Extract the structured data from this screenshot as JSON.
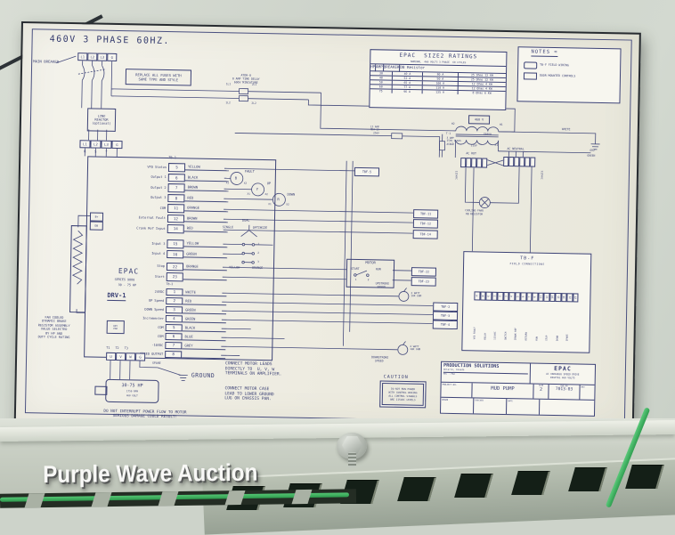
{
  "watermark": "Purple Wave Auction",
  "header": {
    "voltage_title": "460V 3 PHASE 60HZ."
  },
  "breaker": {
    "label": "MAIN BREAKER",
    "terminals": [
      "L1",
      "L2",
      "L3",
      "G"
    ]
  },
  "fuse_note": "REPLACE ALL FUSES WITH\nSAME TYPE AND STYLE",
  "timer": {
    "note": "ATDR-8\n8 AMP TIME DELAY\n600V MINIATURE",
    "tag1": "1L1",
    "tag2": "2L1",
    "tag3": "1L2",
    "tag4": "2L2"
  },
  "reactor": "LINE\nREACTOR\n(optional)",
  "drive_input": {
    "terminals": [
      "L1",
      "L2",
      "L3",
      "G"
    ],
    "phases": [
      "R",
      "S",
      "T"
    ]
  },
  "ratings": {
    "title": "EPAC  SIZE2 RATINGS",
    "subtitle": "NOMINAL  460 VOLTS 3 PHASE  60 CYCLES",
    "headers": [
      "HP",
      "AMP",
      "BREAKER",
      "DB Resistor"
    ],
    "rows": [
      [
        "30",
        "40 A",
        "80 A",
        "25 Ohms 12 KW"
      ],
      [
        "40",
        "52 A",
        "90 A",
        "25 Ohms 12 KW"
      ],
      [
        "50",
        "65 A",
        "100 A",
        "12 Ohms 4 KW"
      ],
      [
        "60",
        "77 A",
        "110 A",
        "12 Ohms 4 KW"
      ],
      [
        "75",
        "96 A",
        "125 A",
        "8 Ohms 6 KW"
      ]
    ]
  },
  "notes": {
    "title": "NOTES =",
    "item1": "TB-F FIELD WIRING",
    "item2": "DOOR MOUNTED CONTROLS"
  },
  "transformer": {
    "primary": "460 V",
    "h2": "H2",
    "h1": "H1",
    "t1": "T-1",
    "va": "250VA",
    "x2": "X2",
    "x1": "X1",
    "secondary": "115V",
    "fuse15": "15 AMP\nMDA-15\n250V",
    "fuse3": "3 AMP\n250V GLASS\nAGC-3",
    "ac_hot": "AC HOT",
    "ac_neutral": "AC NEUTRAL",
    "white": "WHITE",
    "gr2": "GR2",
    "green": "GREEN",
    "vac": "115VAC",
    "fan_caption": "COOLING FANS\nDB RESISTOR"
  },
  "drive": {
    "name": "EPAC",
    "series": "SERIES 9000",
    "hp_range": "30 - 75 HP",
    "tag": "DRV-1",
    "keypad": "KEY\nPAD",
    "tb1_label": "TB-1",
    "tb2_label": "TB-2",
    "tb1a": [
      {
        "signal": "VFD Status",
        "term": "5",
        "wire": "YELLOW"
      },
      {
        "signal": "Output 1",
        "term": "6",
        "wire": "BLACK"
      },
      {
        "signal": "Output 2",
        "term": "7",
        "wire": "BROWN"
      },
      {
        "signal": "Output 3",
        "term": "8",
        "wire": "RED"
      },
      {
        "signal": "COM",
        "term": "11",
        "wire": "ORANGE"
      },
      {
        "signal": "External Fault",
        "term": "12",
        "wire": "BROWN"
      },
      {
        "signal": "Crank Ref Input",
        "term": "14",
        "wire": "RED"
      }
    ],
    "tb1b": [
      {
        "signal": "Input 3",
        "term": "15",
        "wire": "YELLOW"
      },
      {
        "signal": "Input 4",
        "term": "16",
        "wire": "GREEN"
      }
    ],
    "tb1c": [
      {
        "signal": "Stop",
        "term": "22",
        "wire": "ORANGE"
      },
      {
        "signal": "Start",
        "term": "23",
        "wire": ""
      }
    ],
    "tb2": [
      {
        "signal": "24VDC",
        "term": "1",
        "wire": "WHITE"
      },
      {
        "signal": "UP Speed",
        "term": "2",
        "wire": "RED"
      },
      {
        "signal": "DOWN Speed",
        "term": "3",
        "wire": "GREEN"
      },
      {
        "signal": "Incrementer",
        "term": "4",
        "wire": "GREEN"
      },
      {
        "signal": "COM",
        "term": "5",
        "wire": "BLACK"
      },
      {
        "signal": "COM",
        "term": "6",
        "wire": "BLUE"
      },
      {
        "signal": "-10VDC",
        "term": "7",
        "wire": "GREY"
      },
      {
        "signal": "SPEED OUTPUT",
        "term": "8",
        "wire": ""
      }
    ],
    "t_labels": "T1   T2   T3",
    "output_terminals": [
      "U",
      "V",
      "W",
      "G"
    ]
  },
  "relays": {
    "fault_id": "B",
    "fault_label": "FAULT",
    "up_id": "Y",
    "up_label": "UP",
    "down_id": "R",
    "down_label": "DOWN",
    "x1": "X1",
    "x2": "X2"
  },
  "selector": {
    "top": "DUAL",
    "left": "SINGLE",
    "right": "OPTIMIZE",
    "n1": "1",
    "n2": "2",
    "n3": "3",
    "wire_left": "YELLOW",
    "wire_right": "ORANGE"
  },
  "motor_switch": {
    "title": "MOTOR",
    "mode1": "START",
    "mode2": "RUN",
    "t1": "1",
    "t2": "2"
  },
  "callouts": {
    "c5": "TBF-5",
    "c11": "TBF-11",
    "c12": "TBF-12",
    "c14": "TBF-14",
    "c22": "TBF-22",
    "c23": "TBF-23",
    "c2": "TBF-2",
    "c3": "TBF-3",
    "c4": "TBF-4"
  },
  "pots": {
    "up": "UPSTROKE\n SPEED",
    "down": "DOWNSTROKE\n  SPEED",
    "spec": "2 WATT\n10K OHM"
  },
  "brake": {
    "b_plus": "B+",
    "db": "DB",
    "caption": "FAN COOLED\nDYNAMIC BRAKE\nRESISTOR ASSEMBLY\nVALUE SELECTED\nBY HP AND\nDUTY CYCLE RATING"
  },
  "motor": {
    "hp": "30-75 HP",
    "rpm": "1750 RPM",
    "volts": "460 VOLT",
    "spare": "SPARE",
    "ground": "GROUND",
    "warning": "DO NOT INTERRUPT POWER FLOW TO MOTOR\nSERIOUS DAMAGE COULD RESULT!"
  },
  "connect_notes": {
    "note1": "CONNECT MOTOR LEADS\nDIRECTLY TO  U, V, W\nTERMINALS ON AMPLIFIER.",
    "note2": "CONNECT MOTOR CASE\nLEAD TO LOWER GROUND\nLUG ON CHASSIS PAN."
  },
  "caution": {
    "title": "CAUTION",
    "body": "DO NOT RUN POWER\nWITH CONTROL WIRING\nALL CONTROL SIGNALS\nARE 115VAC LEVELS"
  },
  "tbf": {
    "title": "TB-F",
    "subtitle": "FIELD CONNECTIONS",
    "terminals": [
      "H",
      "N",
      "G",
      "1",
      "2",
      "3",
      "4",
      "5",
      "6",
      "7",
      "8",
      "11",
      "12",
      "14",
      "15",
      "16",
      "22",
      "23"
    ],
    "labels": [
      "VFD FAULT",
      "RELAY",
      "115VAC",
      "SWITCH",
      "CRANK REF",
      "RETURN",
      "RUN",
      "STOP",
      "DOWN",
      "SPARE"
    ]
  },
  "titleblock": {
    "company": "PRODUCTION SOLUTIONS",
    "address": "Ontario, Canada",
    "contact": "TEL · FAX",
    "product": "EPAC",
    "desc1": "AC VARIABLE SPEED DRIVE",
    "desc2": "DIGITAL  460 VOLTS",
    "project_label": "PROJECT NO.",
    "project": "MUD PUMP",
    "drawn": "DRAWN",
    "checked": "CHECKED",
    "date": "DATE",
    "size_label": "SIZE",
    "size": "2",
    "dwg_label": "DWG NO",
    "dwg": "7013-03",
    "rev_label": "REV"
  }
}
